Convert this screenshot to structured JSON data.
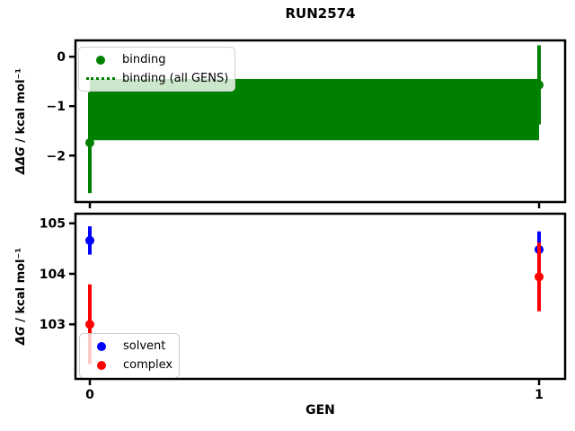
{
  "title": "RUN2574",
  "colors": {
    "binding": "#008000",
    "solvent": "#0000ff",
    "complex": "#ff0000",
    "axis": "#000000"
  },
  "legend_top": {
    "items": [
      {
        "label": "binding",
        "marker": "dot",
        "color": "#008000"
      },
      {
        "label": "binding (all GENS)",
        "marker": "dotted-line",
        "color": "#008000"
      }
    ]
  },
  "legend_bottom": {
    "items": [
      {
        "label": "solvent",
        "marker": "dot",
        "color": "#0000ff"
      },
      {
        "label": "complex",
        "marker": "dot",
        "color": "#ff0000"
      }
    ]
  },
  "chart_data": [
    {
      "type": "errorbar",
      "panel": "top",
      "ylabel": "ΔΔG / kcal mol⁻¹",
      "xlabel": "",
      "x": [
        0,
        1
      ],
      "series": [
        {
          "name": "binding",
          "color": "#008000",
          "marker": "circle",
          "values": [
            -1.74,
            -0.57
          ],
          "errors": [
            1.02,
            0.8
          ]
        }
      ],
      "band": {
        "name": "binding (all GENS)",
        "color": "#008000",
        "style": "dotted",
        "x_range": [
          0,
          1
        ],
        "center": -1.07,
        "half_width": 0.62
      },
      "xlim": [
        -0.032,
        1.058
      ],
      "ylim": [
        -2.94,
        0.33
      ],
      "yticks": [
        0,
        -1,
        -2
      ],
      "xticks": [
        0,
        1
      ],
      "show_x_tick_labels": false,
      "grid": false,
      "legend_position": "upper-left"
    },
    {
      "type": "errorbar",
      "panel": "bottom",
      "ylabel": "ΔG / kcal mol⁻¹",
      "xlabel": "GEN",
      "x": [
        0,
        1
      ],
      "series": [
        {
          "name": "solvent",
          "color": "#0000ff",
          "marker": "circle",
          "values": [
            104.66,
            104.48
          ],
          "errors": [
            0.28,
            0.36
          ]
        },
        {
          "name": "complex",
          "color": "#ff0000",
          "marker": "circle",
          "values": [
            103.0,
            103.94
          ],
          "errors": [
            0.79,
            0.68
          ]
        }
      ],
      "xlim": [
        -0.032,
        1.058
      ],
      "ylim": [
        101.92,
        105.19
      ],
      "yticks": [
        105,
        104,
        103
      ],
      "xticks": [
        0,
        1
      ],
      "xtick_labels": [
        "0",
        "1"
      ],
      "show_x_tick_labels": true,
      "grid": false,
      "legend_position": "lower-left"
    }
  ]
}
